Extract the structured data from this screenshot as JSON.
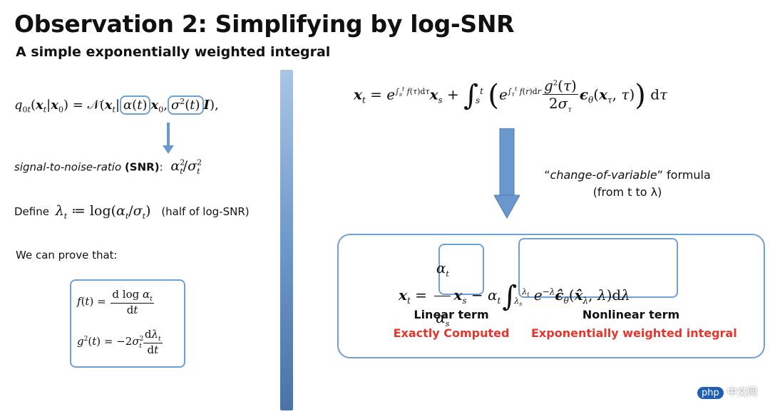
{
  "slide": {
    "title": "Observation 2:  Simplifying by log-SNR",
    "subtitle": "A simple exponentially weighted integral"
  },
  "left": {
    "snr_label_italic": "signal-to-noise-ratio",
    "snr_label_bold": "(SNR)",
    "snr_colon": ":",
    "define_label": "Define",
    "define_note": "(half of log-SNR)",
    "prove_label": "We can prove that:"
  },
  "right": {
    "formula_quote_open": "“",
    "formula_italic": "change-of-variable",
    "formula_quote_close": "” formula",
    "formula_from": "(from t to λ)",
    "linear_term": "Linear term",
    "linear_desc": "Exactly Computed",
    "nonlinear_term": "Nonlinear term",
    "nonlinear_desc": "Exponentially weighted integral"
  },
  "watermark": {
    "badge": "php",
    "site": "中文网"
  },
  "colors": {
    "accent_blue": "#6f9fd3",
    "arrow_blue": "#6b97cf",
    "highlight_red": "#e8352b"
  }
}
